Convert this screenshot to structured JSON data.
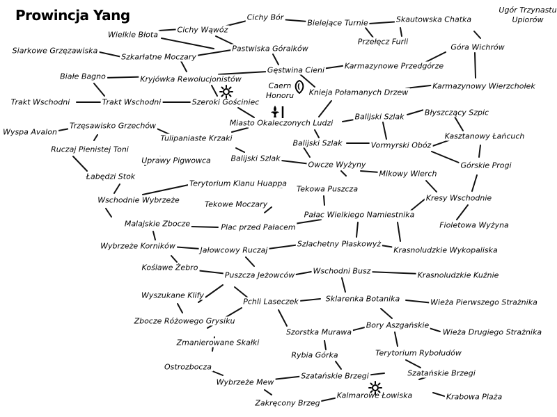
{
  "title": "Prowincja Yang",
  "places": {
    "ugor": "Ugór Trzynastu\nUpiorów",
    "cichy_bor": "Cichy Bór",
    "bielejace_turnie": "Bielejące Turnie",
    "skautowska_chatka": "Skautowska Chatka",
    "wielkie_blota": "Wielkie Błota",
    "cichy_wawoz": "Cichy Wąwóz",
    "przelecz_furii": "Przełęcz Furii",
    "siarkowe": "Siarkowe Grzęzawiska",
    "pastwiska": "Pastwiska Góralków",
    "gora_wichrow": "Góra Wichrów",
    "szkarlatne": "Szkarłatne Moczary",
    "karm_przedgorze": "Karmazynowe Przedgórze",
    "gestwina": "Gęstwina Cieni",
    "biale_bagno": "Białe Bagno",
    "kryjowka": "Kryjówka Rewolucjonistów",
    "caern": "Caern\nHonoru",
    "karm_wierzcholek": "Karmazynowy Wierzchołek",
    "knieja": "Knieja Połamanych Drzew",
    "trakt_w_left": "Trakt Wschodni",
    "trakt_w": "Trakt Wschodni",
    "szeroki": "Szeroki Gościniec",
    "blyszczacy": "Błyszczący Szpic",
    "balijski_1": "Balijski Szlak",
    "miasto": "Miasto Okaleczonych Ludzi",
    "trzesawisko": "Trzęsawisko Grzechów",
    "kasztanowy": "Kasztanowy Łańcuch",
    "wyspa": "Wyspa Avalon",
    "tulipaniaste": "Tulipaniaste Krzaki",
    "balijski_2": "Balijski Szlak",
    "vormyrski": "Vormyrski Obóz",
    "ruczaj_pt": "Ruczaj Pienistej Toni",
    "uprawy": "Uprawy Pigwowca",
    "balijski_3": "Balijski Szlak",
    "owcze": "Owcze Wyżyny",
    "gorskie": "Górskie Progi",
    "labedzi": "Łabędzi Stok",
    "mikowy": "Mikowy Wierch",
    "terytorium_klanu": "Terytorium Klanu Huappa",
    "tekowa": "Tekowa Puszcza",
    "wschodnie_wybrzeze": "Wschodnie Wybrzeże",
    "tekowe_moczary": "Tekowe Moczary",
    "kresy": "Kresy Wschodnie",
    "palac": "Pałac Wielkiego Namiestnika",
    "malajskie": "Malajskie Zbocze",
    "plac": "Plac przed Pałacem",
    "fioletowa": "Fioletowa Wyżyna",
    "szlachetny": "Szlachetny Płaskowyż",
    "wybrzeze_kornikow": "Wybrzeże Korników",
    "jalowcowy": "Jałowcowy Ruczaj",
    "krasno_wyk": "Krasnoludzkie Wykopaliska",
    "koslawe": "Koślawe Żebro",
    "puszcza_jez": "Puszcza Jeżowców",
    "wschodni_busz": "Wschodni Busz",
    "krasno_kuznie": "Krasnoludzkie Kuźnie",
    "wyszukane": "Wyszukane Klify",
    "pchli": "Pchli Laseczek",
    "sklarenka": "Sklarenka Botanika",
    "wieza_pierwszego": "Wieża Pierwszego Strażnika",
    "zbocze_rozowego": "Zbocze Różowego Grysiku",
    "bory_asz": "Bory Aszgańskie",
    "szorstka": "Szorstka Murawa",
    "wieza_drugiego": "Wieża Drugiego Strażnika",
    "zmanierowane": "Zmanierowane Skałki",
    "terytorium_ryb": "Terytorium Rybołudów",
    "rybia": "Rybia Górka",
    "ostrozbocza": "Ostrozbocza",
    "szat_brzegi_1": "Szatańskie Brzegi",
    "szat_brzegi_2": "Szatańskie Brzegi",
    "wybrzeze_mew": "Wybrzeże Mew",
    "kalmarowe": "Kalmarowe Łowiska",
    "krabowa": "Krabowa Plaża",
    "zakrecony": "Zakręcony Brzeg"
  },
  "icons": {
    "sun_1": "sun-icon",
    "sun_2": "sun-icon",
    "shield": "shield-icon",
    "fleur": "fleur-de-lis-icon"
  },
  "colors": {
    "line": "#111111",
    "text": "#000000",
    "background": "#ffffff"
  }
}
